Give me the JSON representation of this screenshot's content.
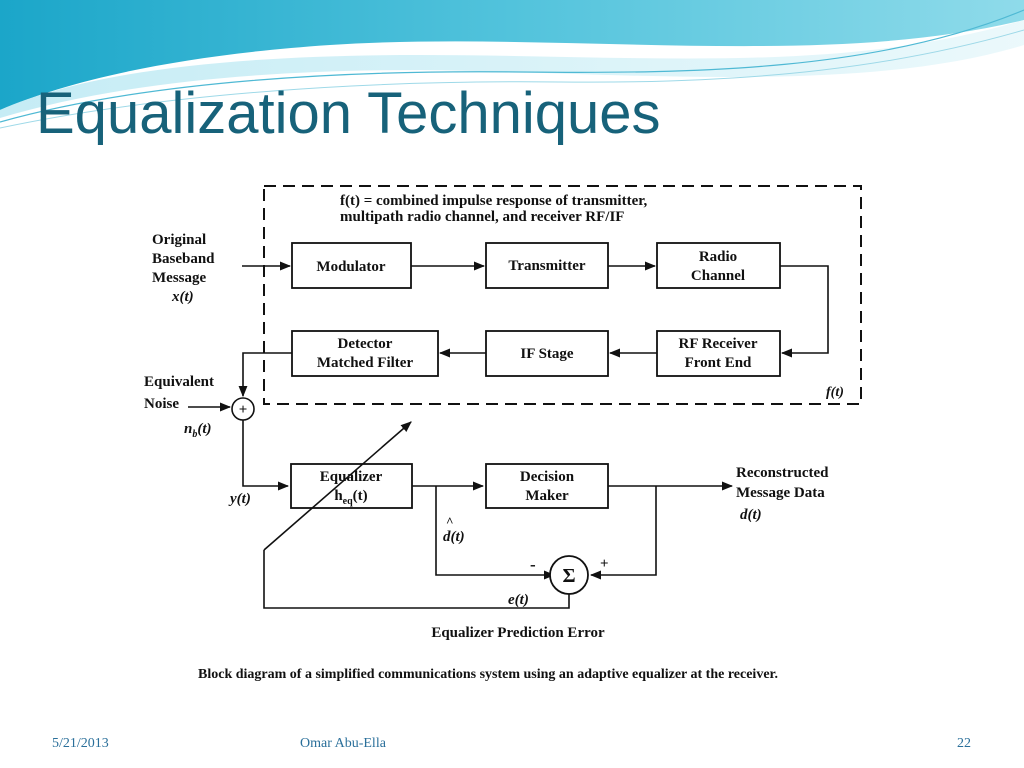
{
  "slide": {
    "title": "Equalization Techniques",
    "footer_date": "5/21/2013",
    "footer_author": "Omar Abu-Ella",
    "footer_page": "22"
  },
  "diagram": {
    "dashed_note_line1": "f(t) = combined impulse response of transmitter,",
    "dashed_note_line2": "multipath radio channel, and receiver RF/IF",
    "dashed_corner_label": "f(t)",
    "input_line1": "Original",
    "input_line2": "Baseband",
    "input_line3": "Message",
    "input_symbol": "x(t)",
    "modulator": "Modulator",
    "transmitter": "Transmitter",
    "radio_channel_line1": "Radio",
    "radio_channel_line2": "Channel",
    "rf_receiver_line1": "RF Receiver",
    "rf_receiver_line2": "Front End",
    "if_stage": "IF Stage",
    "detector_line1": "Detector",
    "detector_line2": "Matched Filter",
    "noise_line1": "Equivalent",
    "noise_line2": "Noise",
    "noise_symbol": "n",
    "noise_subscript": "b",
    "noise_arg": "(t)",
    "adder_symbol": "+",
    "y_label": "y(t)",
    "equalizer_line1": "Equalizer",
    "equalizer_h": "h",
    "equalizer_sub": "eq",
    "equalizer_arg": "(t)",
    "decision_line1": "Decision",
    "decision_line2": "Maker",
    "output_line1": "Reconstructed",
    "output_line2": "Message Data",
    "output_symbol": "d(t)",
    "dhat_label": "d(t)",
    "dhat_hat": "^",
    "sum_symbol": "Σ",
    "minus_sign": "-",
    "plus_sign": "+",
    "error_label": "e(t)",
    "error_caption": "Equalizer Prediction Error",
    "caption": "Block diagram of a simplified communications system using an adaptive equalizer at the receiver."
  }
}
